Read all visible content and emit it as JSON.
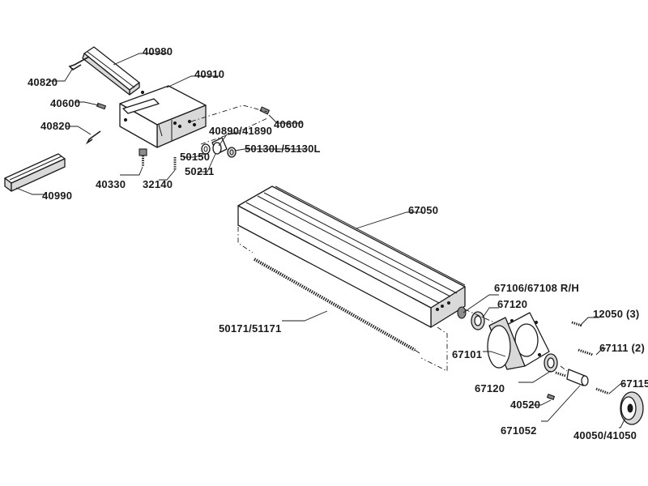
{
  "labels": {
    "p40980": "40980",
    "p40910": "40910",
    "p40820_top": "40820",
    "p40600_left": "40600",
    "p40820_mid": "40820",
    "p40600_right": "40600",
    "p40890": "40890/41890",
    "p50150": "50150",
    "p50130": "50130L/51130L",
    "p50211": "50211",
    "p40330": "40330",
    "p32140": "32140",
    "p40990": "40990",
    "p67050": "67050",
    "p50171": "50171/51171",
    "p67106": "67106/67108 R/H",
    "p67120_top": "67120",
    "p12050": "12050 (3)",
    "p67101": "67101",
    "p67111": "67111 (2)",
    "p67120_bot": "67120",
    "p67115": "67115",
    "p40520": "40520",
    "p671052": "671052",
    "p40050": "40050/41050"
  }
}
